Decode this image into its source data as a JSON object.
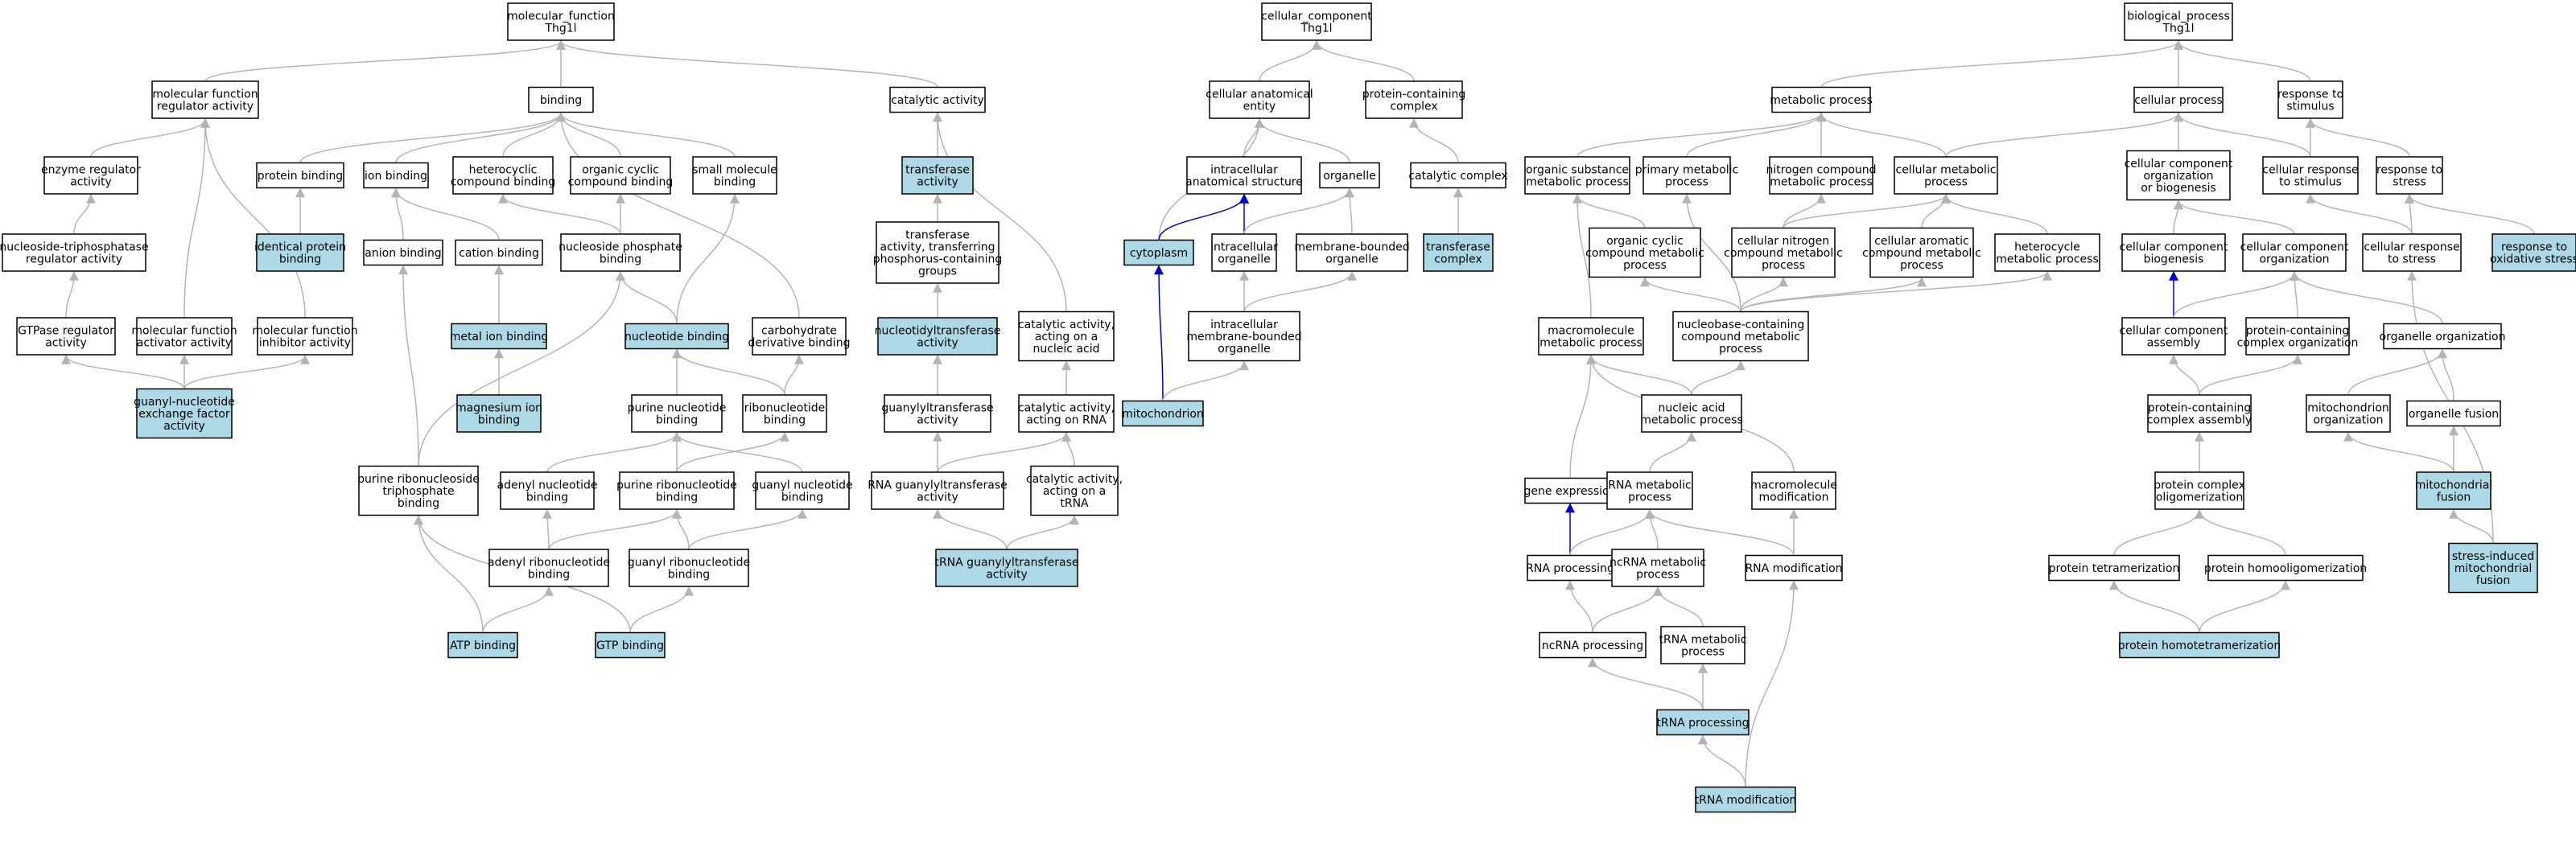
{
  "colors": {
    "node_fill": "#ffffff",
    "highlight_fill": "#add8e6",
    "edge_gray": "#b4b4b4",
    "edge_blue": "#0000cd"
  },
  "nodes": [
    {
      "id": "mf_root",
      "lines": [
        "molecular_function",
        "Thg1l"
      ]
    },
    {
      "id": "mf_reg",
      "lines": [
        "molecular function",
        "regulator activity"
      ]
    },
    {
      "id": "binding",
      "lines": [
        "binding"
      ]
    },
    {
      "id": "catalytic",
      "lines": [
        "catalytic activity"
      ]
    },
    {
      "id": "enzyme_reg",
      "lines": [
        "enzyme regulator",
        "activity"
      ]
    },
    {
      "id": "protein_binding",
      "lines": [
        "protein binding"
      ]
    },
    {
      "id": "ion_binding",
      "lines": [
        "ion binding"
      ]
    },
    {
      "id": "heterocyclic",
      "lines": [
        "heterocyclic",
        "compound binding"
      ]
    },
    {
      "id": "organic_cyclic",
      "lines": [
        "organic cyclic",
        "compound binding"
      ]
    },
    {
      "id": "small_molecule",
      "lines": [
        "small molecule",
        "binding"
      ]
    },
    {
      "id": "transferase",
      "lines": [
        "transferase",
        "activity"
      ],
      "highlight": true
    },
    {
      "id": "ntp_reg",
      "lines": [
        "nucleoside-triphosphatase",
        "regulator activity"
      ]
    },
    {
      "id": "identical_protein",
      "lines": [
        "identical protein",
        "binding"
      ],
      "highlight": true
    },
    {
      "id": "anion_binding",
      "lines": [
        "anion binding"
      ]
    },
    {
      "id": "cation_binding",
      "lines": [
        "cation binding"
      ]
    },
    {
      "id": "nucleoside_phosphate",
      "lines": [
        "nucleoside phosphate",
        "binding"
      ]
    },
    {
      "id": "transferase_p",
      "lines": [
        "transferase",
        "activity, transferring",
        "phosphorus-containing",
        "groups"
      ]
    },
    {
      "id": "gtpase_reg",
      "lines": [
        "GTPase regulator",
        "activity"
      ]
    },
    {
      "id": "mf_activator",
      "lines": [
        "molecular function",
        "activator activity"
      ]
    },
    {
      "id": "mf_inhibitor",
      "lines": [
        "molecular function",
        "inhibitor activity"
      ]
    },
    {
      "id": "metal_ion",
      "lines": [
        "metal ion binding"
      ],
      "highlight": true
    },
    {
      "id": "nucleotide_binding",
      "lines": [
        "nucleotide binding"
      ],
      "highlight": true
    },
    {
      "id": "carbohydrate_deriv",
      "lines": [
        "carbohydrate",
        "derivative binding"
      ]
    },
    {
      "id": "nucleotidyltransferase",
      "lines": [
        "nucleotidyltransferase",
        "activity"
      ],
      "highlight": true
    },
    {
      "id": "cat_nucleic",
      "lines": [
        "catalytic activity,",
        "acting on a",
        "nucleic acid"
      ]
    },
    {
      "id": "guanyl_exchange",
      "lines": [
        "guanyl-nucleotide",
        "exchange factor",
        "activity"
      ],
      "highlight": true
    },
    {
      "id": "magnesium",
      "lines": [
        "magnesium ion",
        "binding"
      ],
      "highlight": true
    },
    {
      "id": "purine_nucleotide",
      "lines": [
        "purine nucleotide",
        "binding"
      ]
    },
    {
      "id": "ribonucleotide",
      "lines": [
        "ribonucleotide",
        "binding"
      ]
    },
    {
      "id": "guanylyltransferase",
      "lines": [
        "guanylyltransferase",
        "activity"
      ]
    },
    {
      "id": "cat_rna",
      "lines": [
        "catalytic activity,",
        "acting on RNA"
      ]
    },
    {
      "id": "purine_ribo_tp",
      "lines": [
        "purine ribonucleoside",
        "triphosphate",
        "binding"
      ]
    },
    {
      "id": "adenyl_nucleotide",
      "lines": [
        "adenyl nucleotide",
        "binding"
      ]
    },
    {
      "id": "purine_ribonucleotide",
      "lines": [
        "purine ribonucleotide",
        "binding"
      ]
    },
    {
      "id": "guanyl_nucleotide",
      "lines": [
        "guanyl nucleotide",
        "binding"
      ]
    },
    {
      "id": "rna_guanylyl",
      "lines": [
        "RNA guanylyltransferase",
        "activity"
      ]
    },
    {
      "id": "cat_trna",
      "lines": [
        "catalytic activity,",
        "acting on a",
        "tRNA"
      ]
    },
    {
      "id": "adenyl_ribo",
      "lines": [
        "adenyl ribonucleotide",
        "binding"
      ]
    },
    {
      "id": "guanyl_ribo",
      "lines": [
        "guanyl ribonucleotide",
        "binding"
      ]
    },
    {
      "id": "trna_guanylyl",
      "lines": [
        "tRNA guanylyltransferase",
        "activity"
      ],
      "highlight": true
    },
    {
      "id": "atp_binding",
      "lines": [
        "ATP binding"
      ],
      "highlight": true
    },
    {
      "id": "gtp_binding",
      "lines": [
        "GTP binding"
      ],
      "highlight": true
    },
    {
      "id": "cc_root",
      "lines": [
        "cellular_component",
        "Thg1l"
      ]
    },
    {
      "id": "cell_anat",
      "lines": [
        "cellular anatomical",
        "entity"
      ]
    },
    {
      "id": "protein_complex_cc",
      "lines": [
        "protein-containing",
        "complex"
      ]
    },
    {
      "id": "intracell_anat",
      "lines": [
        "intracellular",
        "anatomical structure"
      ]
    },
    {
      "id": "organelle",
      "lines": [
        "organelle"
      ]
    },
    {
      "id": "catalytic_complex",
      "lines": [
        "catalytic complex"
      ]
    },
    {
      "id": "cytoplasm",
      "lines": [
        "cytoplasm"
      ],
      "highlight": true
    },
    {
      "id": "intracell_org",
      "lines": [
        "intracellular",
        "organelle"
      ]
    },
    {
      "id": "membrane_org",
      "lines": [
        "membrane-bounded",
        "organelle"
      ]
    },
    {
      "id": "transferase_complex",
      "lines": [
        "transferase",
        "complex"
      ],
      "highlight": true
    },
    {
      "id": "intracell_membrane_org",
      "lines": [
        "intracellular",
        "membrane-bounded",
        "organelle"
      ]
    },
    {
      "id": "mitochondrion",
      "lines": [
        "mitochondrion"
      ],
      "highlight": true
    },
    {
      "id": "bp_root",
      "lines": [
        "biological_process",
        "Thg1l"
      ]
    },
    {
      "id": "metabolic",
      "lines": [
        "metabolic process"
      ]
    },
    {
      "id": "cellular_process",
      "lines": [
        "cellular process"
      ]
    },
    {
      "id": "response_stim",
      "lines": [
        "response to",
        "stimulus"
      ]
    },
    {
      "id": "organic_subst",
      "lines": [
        "organic substance",
        "metabolic process"
      ]
    },
    {
      "id": "primary_metab",
      "lines": [
        "primary metabolic",
        "process"
      ]
    },
    {
      "id": "nitrogen_metab",
      "lines": [
        "nitrogen compound",
        "metabolic process"
      ]
    },
    {
      "id": "cell_metab",
      "lines": [
        "cellular metabolic",
        "process"
      ]
    },
    {
      "id": "cc_org_biogen",
      "lines": [
        "cellular component",
        "organization",
        "or biogenesis"
      ]
    },
    {
      "id": "cell_resp_stim",
      "lines": [
        "cellular response",
        "to stimulus"
      ]
    },
    {
      "id": "resp_stress",
      "lines": [
        "response to",
        "stress"
      ]
    },
    {
      "id": "organic_cyclic_metab",
      "lines": [
        "organic cyclic",
        "compound metabolic",
        "process"
      ]
    },
    {
      "id": "cell_nitrogen",
      "lines": [
        "cellular nitrogen",
        "compound metabolic",
        "process"
      ]
    },
    {
      "id": "cell_aromatic",
      "lines": [
        "cellular aromatic",
        "compound metabolic",
        "process"
      ]
    },
    {
      "id": "heterocycle",
      "lines": [
        "heterocycle",
        "metabolic process"
      ]
    },
    {
      "id": "cc_biogen",
      "lines": [
        "cellular component",
        "biogenesis"
      ]
    },
    {
      "id": "cc_org",
      "lines": [
        "cellular component",
        "organization"
      ]
    },
    {
      "id": "cell_resp_stress",
      "lines": [
        "cellular response",
        "to stress"
      ]
    },
    {
      "id": "resp_oxidative",
      "lines": [
        "response to",
        "oxidative stress"
      ],
      "highlight": true
    },
    {
      "id": "macromolecule_metab",
      "lines": [
        "macromolecule",
        "metabolic process"
      ]
    },
    {
      "id": "nucleobase",
      "lines": [
        "nucleobase-containing",
        "compound metabolic",
        "process"
      ]
    },
    {
      "id": "cc_assembly",
      "lines": [
        "cellular component",
        "assembly"
      ]
    },
    {
      "id": "pc_complex_org",
      "lines": [
        "protein-containing",
        "complex organization"
      ]
    },
    {
      "id": "organelle_org",
      "lines": [
        "organelle organization"
      ]
    },
    {
      "id": "nucleic_acid",
      "lines": [
        "nucleic acid",
        "metabolic process"
      ]
    },
    {
      "id": "pc_assembly",
      "lines": [
        "protein-containing",
        "complex assembly"
      ]
    },
    {
      "id": "mito_org",
      "lines": [
        "mitochondrion",
        "organization"
      ]
    },
    {
      "id": "organelle_fusion",
      "lines": [
        "organelle fusion"
      ]
    },
    {
      "id": "gene_expr",
      "lines": [
        "gene expression"
      ]
    },
    {
      "id": "rna_metab",
      "lines": [
        "RNA metabolic",
        "process"
      ]
    },
    {
      "id": "macromolecule_mod",
      "lines": [
        "macromolecule",
        "modification"
      ]
    },
    {
      "id": "pc_oligo",
      "lines": [
        "protein complex",
        "oligomerization"
      ]
    },
    {
      "id": "mito_fusion",
      "lines": [
        "mitochondrial",
        "fusion"
      ],
      "highlight": true
    },
    {
      "id": "rna_processing",
      "lines": [
        "RNA processing"
      ]
    },
    {
      "id": "ncrna_metab",
      "lines": [
        "ncRNA metabolic",
        "process"
      ]
    },
    {
      "id": "rna_mod",
      "lines": [
        "RNA modification"
      ]
    },
    {
      "id": "protein_tetra",
      "lines": [
        "protein tetramerization"
      ]
    },
    {
      "id": "protein_homo",
      "lines": [
        "protein homooligomerization"
      ]
    },
    {
      "id": "stress_mito_fusion",
      "lines": [
        "stress-induced",
        "mitochondrial",
        "fusion"
      ],
      "highlight": true
    },
    {
      "id": "ncrna_processing",
      "lines": [
        "ncRNA processing"
      ]
    },
    {
      "id": "trna_metab",
      "lines": [
        "tRNA metabolic",
        "process"
      ]
    },
    {
      "id": "protein_homotetra",
      "lines": [
        "protein homotetramerization"
      ],
      "highlight": true
    },
    {
      "id": "trna_processing",
      "lines": [
        "tRNA processing"
      ],
      "highlight": true
    },
    {
      "id": "trna_mod",
      "lines": [
        "tRNA modification"
      ],
      "highlight": true
    }
  ]
}
